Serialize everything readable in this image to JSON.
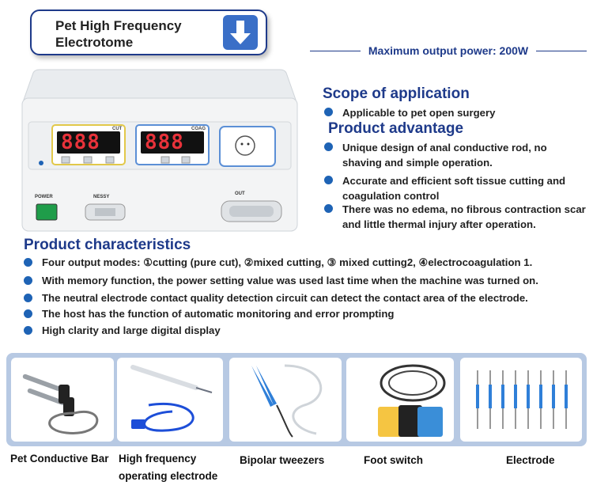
{
  "header": {
    "title": "Pet High Frequency\nElectrotome",
    "arrow_icon": "down-arrow-icon",
    "max_power": "Maximum output power: 200W"
  },
  "device": {
    "cut_label": "CUT",
    "coag_label": "COAG",
    "cut_display": "888",
    "coag_display": "888",
    "power_label": "POWER",
    "nessy_label": "NESSY",
    "out_label": "OUT"
  },
  "scope": {
    "heading": "Scope of application",
    "items": [
      "Applicable to pet open surgery"
    ]
  },
  "advantage": {
    "heading": "Product advantage",
    "items": [
      "Unique design of anal conductive rod, no shaving and simple operation.",
      "Accurate and efficient soft tissue cutting and coagulation control",
      "There was no edema, no fibrous contraction scar and little thermal injury after operation."
    ]
  },
  "characteristics": {
    "heading": "Product characteristics",
    "items": [
      "Four output modes: ①cutting (pure cut), ②mixed cutting, ③ mixed cutting2, ④electrocoagulation 1.",
      "With memory function, the power setting value was used last time when the machine was turned on.",
      "The neutral electrode contact quality detection circuit can detect the contact area of the electrode.",
      "The host has the function of automatic monitoring and error prompting",
      "High clarity and large digital display"
    ]
  },
  "accessories": [
    {
      "label": "Pet Conductive Bar"
    },
    {
      "label": "High frequency\noperating electrode"
    },
    {
      "label": "Bipolar tweezers"
    },
    {
      "label": "Foot switch"
    },
    {
      "label": "Electrode"
    }
  ],
  "colors": {
    "accent": "#1e3a8a",
    "bullet": "#1e63b5",
    "strip": "#b7c9e3",
    "display_red": "#e8323a"
  }
}
